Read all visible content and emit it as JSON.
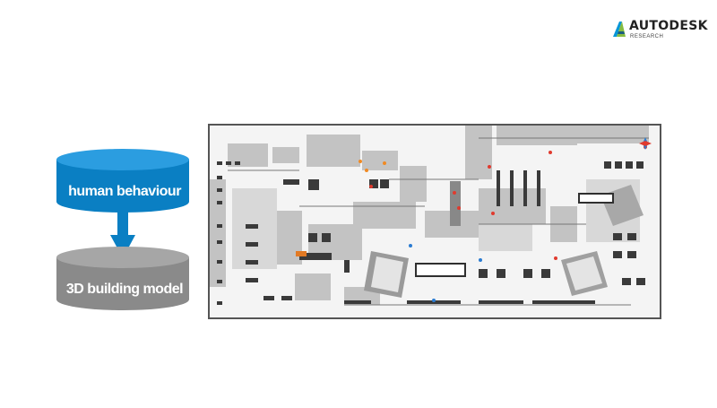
{
  "logo": {
    "brand": "AUTODESK",
    "sub": "RESEARCH",
    "colors": {
      "teal": "#0696d7",
      "green": "#87bc40",
      "dark": "#1b5e7e"
    }
  },
  "diagram": {
    "top_label": "human behaviour",
    "bottom_label": "3D building model",
    "colors": {
      "blue": "#0a7fc3",
      "blue_top": "#2b9de0",
      "gray": "#8a8a8a",
      "gray_top": "#a6a6a6",
      "arrow": "#0a7fc3"
    }
  },
  "floor_plan": {
    "icon": "building-floor-plan-image",
    "colors": {
      "wall": "#b5b5b5",
      "floor": "#f2f2f2",
      "desk": "#3a3a3a",
      "accent_red": "#e03a2e",
      "accent_orange": "#f08a24",
      "accent_blue": "#2a7bd1"
    }
  }
}
